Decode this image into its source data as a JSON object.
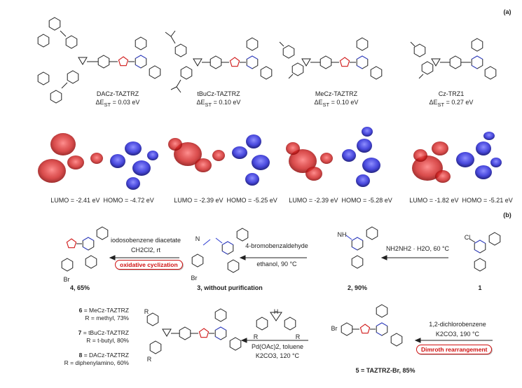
{
  "panel_labels": {
    "a": "(a)",
    "b": "(b)"
  },
  "compounds_top": [
    {
      "name": "Cz-TRZ1",
      "delta": "ΔE",
      "sub": "ST",
      "value": "= 0.27 eV"
    },
    {
      "name": "MeCz-TAZTRZ",
      "delta": "ΔE",
      "sub": "ST",
      "value": "= 0.10 eV"
    },
    {
      "name": "tBuCz-TAZTRZ",
      "delta": "ΔE",
      "sub": "ST",
      "value": "= 0.10 eV"
    },
    {
      "name": "DACz-TAZTRZ",
      "delta": "ΔE",
      "sub": "ST",
      "value": "= 0.03 eV"
    }
  ],
  "orbitals": [
    {
      "lumo": "LUMO = -1.82 eV",
      "homo": "HOMO = -5.21 eV"
    },
    {
      "lumo": "LUMO = -2.39 eV",
      "homo": "HOMO = -5.28 eV"
    },
    {
      "lumo": "LUMO = -2.39 eV",
      "homo": "HOMO = -5.25 eV"
    },
    {
      "lumo": "LUMO = -2.41 eV",
      "homo": "HOMO = -4.72 eV"
    }
  ],
  "scheme": {
    "cl": "Cl",
    "nh2": "NH",
    "c1": "1",
    "c2": "2, 90%",
    "c3": "3, without purification",
    "c4": "4, 65%",
    "c5": "5 = TAZTRZ-Br, 85%",
    "br": "Br",
    "step1": "NH2NH2 · H2O, 60 °C",
    "step2a": "4-bromobenzaldehyde",
    "step2b": "ethanol, 90 °C",
    "step3a": "iodosobenzene diacetate",
    "step3b": "CH2Cl2, rt",
    "step3pill": "oxidative cyclization",
    "step4a": "1,2-dichlorobenzene",
    "step4b": "K2CO3, 190 °C",
    "step4pill": "Dimroth rearrangement",
    "step5a": "Pd(OAc)2, toluene",
    "step5b": "K2CO3, 120 °C",
    "products": [
      {
        "num": "6",
        "name": "= MeCz-TAZTRZ",
        "r": "R = methyl, 73%"
      },
      {
        "num": "7",
        "name": "= tBuCz-TAZTRZ",
        "r": "R = t-butyl, 80%"
      },
      {
        "num": "8",
        "name": "= DACz-TAZTRZ",
        "r": "R = diphenylamino, 60%"
      }
    ],
    "rlabel": "R",
    "hlabel": "H",
    "nlabel": "N"
  }
}
